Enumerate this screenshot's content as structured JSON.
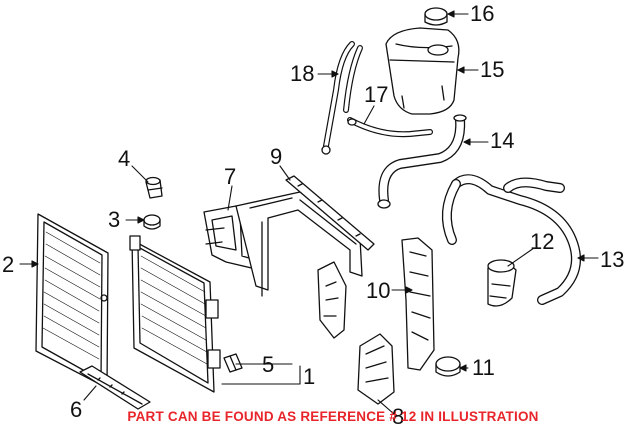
{
  "diagram": {
    "type": "exploded parts diagram",
    "colors": {
      "line": "#111111",
      "notice_text": "#e8252a",
      "background": "#ffffff"
    },
    "callouts": [
      {
        "id": "c1",
        "label": "1"
      },
      {
        "id": "c2",
        "label": "2"
      },
      {
        "id": "c3",
        "label": "3"
      },
      {
        "id": "c4",
        "label": "4"
      },
      {
        "id": "c5",
        "label": "5"
      },
      {
        "id": "c6",
        "label": "6"
      },
      {
        "id": "c7",
        "label": "7"
      },
      {
        "id": "c8",
        "label": "8"
      },
      {
        "id": "c9",
        "label": "9"
      },
      {
        "id": "c10",
        "label": "10"
      },
      {
        "id": "c11",
        "label": "11"
      },
      {
        "id": "c12",
        "label": "12"
      },
      {
        "id": "c13",
        "label": "13"
      },
      {
        "id": "c14",
        "label": "14"
      },
      {
        "id": "c15",
        "label": "15"
      },
      {
        "id": "c16",
        "label": "16"
      },
      {
        "id": "c17",
        "label": "17"
      },
      {
        "id": "c18",
        "label": "18"
      }
    ],
    "notice": "PART CAN BE FOUND AS REFERENCE # 12 IN ILLUSTRATION"
  }
}
